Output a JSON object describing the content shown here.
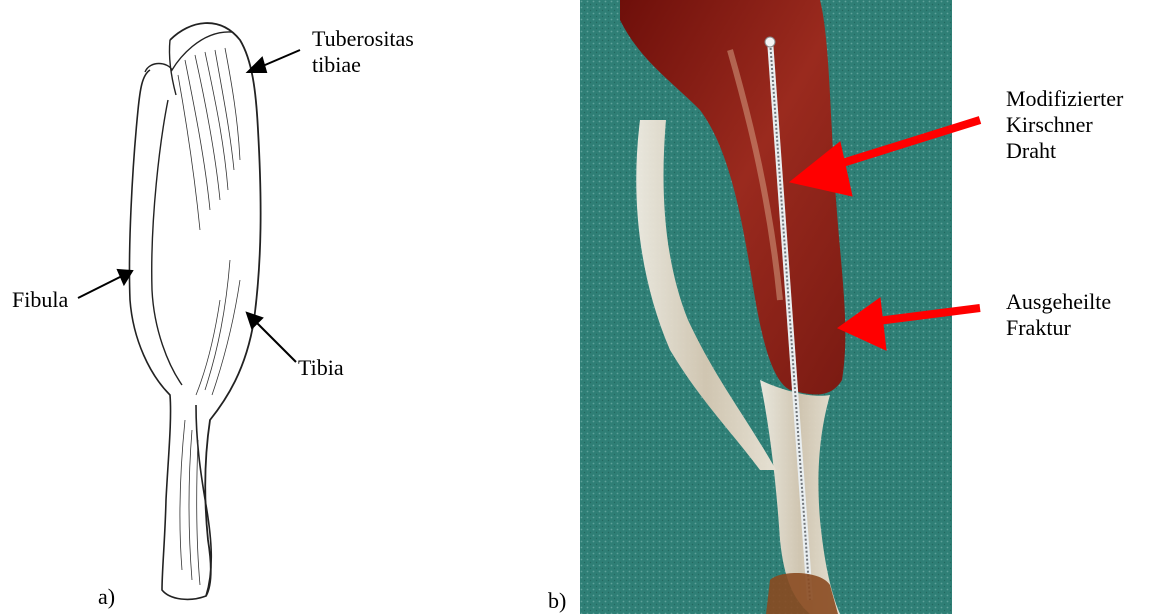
{
  "panel_a": {
    "letter": "a)",
    "labels": {
      "tuberositas": "Tuberositas\ntibiae",
      "fibula": "Fibula",
      "tibia": "Tibia"
    }
  },
  "panel_b": {
    "letter": "b)",
    "labels": {
      "wire": "Modifizierter\nKirschner\nDraht",
      "fracture": "Ausgeheilte\nFraktur"
    }
  },
  "colors": {
    "arrow_a": "#000000",
    "arrow_b": "#ff0000",
    "background_cloth": "#2f7f76",
    "tissue": "#8a1c14",
    "bone": "#e8e0d2",
    "wire": "#cfd3d6"
  },
  "icons": {
    "bone_sketch": "tibia-fibula-sketch",
    "specimen_photo": "bone-specimen-photo"
  }
}
